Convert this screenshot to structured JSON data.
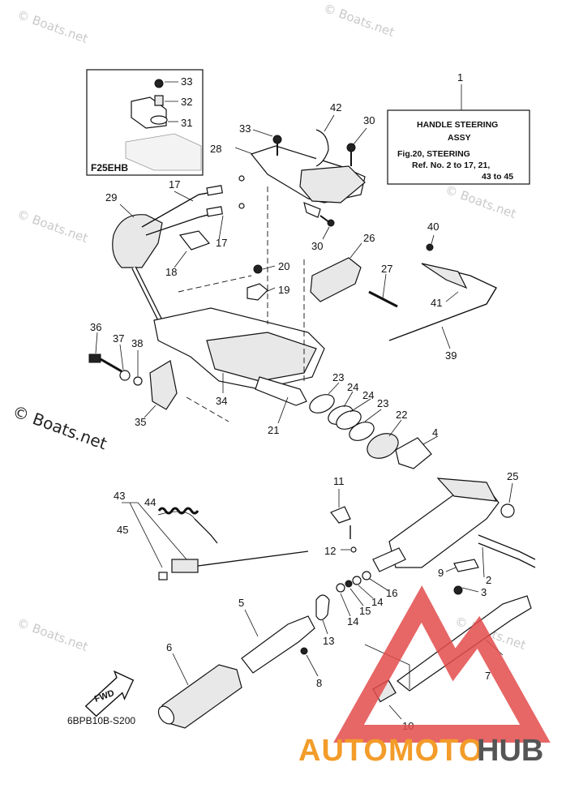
{
  "watermarks": {
    "top_left": "© Boats.net",
    "top_right": "© Boats.net",
    "mid_left": "© Boats.net",
    "mid_right": "© Boats.net",
    "big_left": "© Boats.net",
    "low_left": "© Boats.net",
    "low_right": "© Boats.net"
  },
  "inset": {
    "label": "F25EHB",
    "parts": [
      "33",
      "32",
      "31"
    ]
  },
  "assy_box": {
    "number": "1",
    "title": "HANDLE STEERING",
    "subtitle": "ASSY",
    "fig": "Fig.20, STEERING",
    "ref_line1": "Ref. No. 2 to 17, 21,",
    "ref_line2": "43 to 45"
  },
  "labels": {
    "p2": "2",
    "p3": "3",
    "p4": "4",
    "p5": "5",
    "p6": "6",
    "p7": "7",
    "p8": "8",
    "p9": "9",
    "p10": "10",
    "p11": "11",
    "p12": "12",
    "p13": "13",
    "p14a": "14",
    "p14b": "14",
    "p15": "15",
    "p16": "16",
    "p17a": "17",
    "p17b": "17",
    "p18": "18",
    "p19": "19",
    "p20": "20",
    "p21": "21",
    "p22": "22",
    "p23a": "23",
    "p23b": "23",
    "p24a": "24",
    "p24b": "24",
    "p25": "25",
    "p26": "26",
    "p27": "27",
    "p28": "28",
    "p29": "29",
    "p30a": "30",
    "p30b": "30",
    "p33": "33",
    "p34": "34",
    "p35": "35",
    "p36": "36",
    "p37": "37",
    "p38": "38",
    "p39": "39",
    "p40": "40",
    "p41": "41",
    "p42": "42",
    "p43": "43",
    "p44": "44",
    "p45": "45"
  },
  "fwd_label": "FWD",
  "figure_code": "6BPB10B-S200",
  "brand": {
    "part1": "AUTOMOTO",
    "part2": "HUB"
  },
  "colors": {
    "brand_orange": "#f39c2a",
    "brand_gray": "#555555",
    "triangle_red": "#e34b4b"
  }
}
